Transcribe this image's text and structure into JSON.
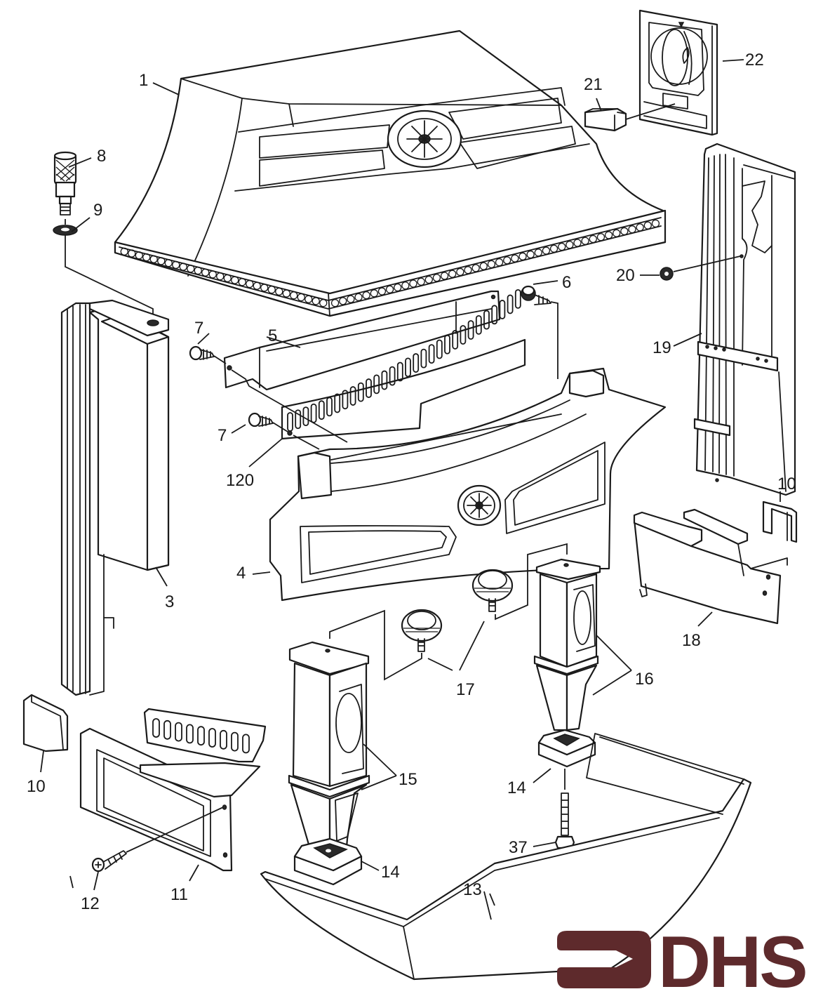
{
  "diagram": {
    "title": "Fireplace exploded parts diagram",
    "parts": [
      {
        "id": "1",
        "name": "hood"
      },
      {
        "id": "3",
        "name": "left-side-panel"
      },
      {
        "id": "4",
        "name": "front-fascia"
      },
      {
        "id": "5",
        "name": "top-bracket"
      },
      {
        "id": "6",
        "name": "knob-screw"
      },
      {
        "id": "7a",
        "label": "7",
        "name": "screw-upper"
      },
      {
        "id": "7b",
        "label": "7",
        "name": "screw-lower"
      },
      {
        "id": "8",
        "name": "knurled-knob"
      },
      {
        "id": "9",
        "name": "washer"
      },
      {
        "id": "10a",
        "label": "10",
        "name": "clip-left"
      },
      {
        "id": "10b",
        "label": "10",
        "name": "clip-right"
      },
      {
        "id": "11",
        "name": "side-vent-panel"
      },
      {
        "id": "12",
        "name": "screw"
      },
      {
        "id": "13",
        "name": "hearth-tray"
      },
      {
        "id": "14a",
        "label": "14",
        "name": "leg-foot-left"
      },
      {
        "id": "14b",
        "label": "14",
        "name": "leg-foot-right"
      },
      {
        "id": "15",
        "name": "leg-left"
      },
      {
        "id": "16",
        "name": "leg-right"
      },
      {
        "id": "17",
        "name": "leg-knobs"
      },
      {
        "id": "18",
        "name": "right-bracket"
      },
      {
        "id": "19",
        "name": "right-side-panel"
      },
      {
        "id": "20",
        "name": "grommet"
      },
      {
        "id": "21",
        "name": "switch"
      },
      {
        "id": "22",
        "name": "control-plate"
      },
      {
        "id": "37",
        "name": "bolt"
      },
      {
        "id": "120",
        "name": "vent-grille"
      }
    ],
    "labels": {
      "l1": "1",
      "l3": "3",
      "l4": "4",
      "l5": "5",
      "l6": "6",
      "l7a": "7",
      "l7b": "7",
      "l8": "8",
      "l9": "9",
      "l10a": "10",
      "l10b": "10",
      "l11": "11",
      "l12": "12",
      "l13": "13",
      "l14a": "14",
      "l14b": "14",
      "l15": "15",
      "l16": "16",
      "l17": "17",
      "l18": "18",
      "l19": "19",
      "l20": "20",
      "l21": "21",
      "l22": "22",
      "l37": "37",
      "l120": "120"
    }
  },
  "logo": {
    "text": "DHS",
    "color": "#5e2a2c"
  }
}
